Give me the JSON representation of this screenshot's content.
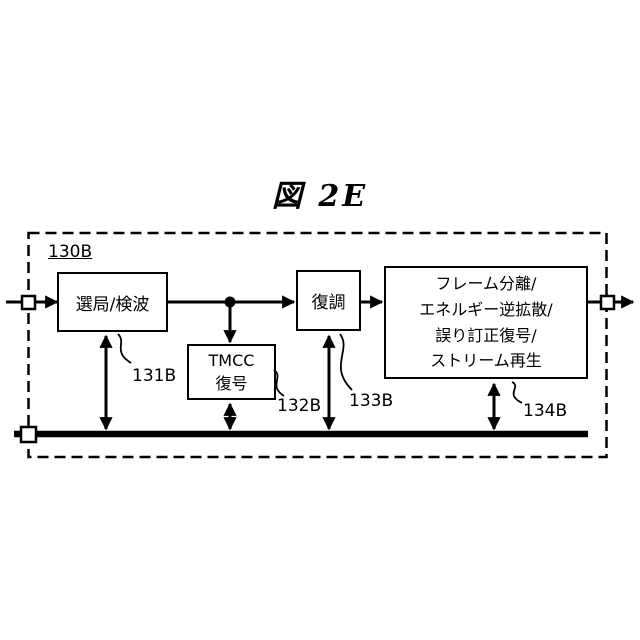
{
  "title": "図 2E",
  "diagram_label": "130B",
  "blocks": {
    "tuner": {
      "label": "選局/検波",
      "ref": "131B"
    },
    "tmcc": {
      "line1": "TMCC",
      "line2": "復号",
      "ref": "132B"
    },
    "demod": {
      "label": "復調",
      "ref": "133B"
    },
    "frame": {
      "line1": "フレーム分離/",
      "line2": "エネルギー逆拡散/",
      "line3": "誤り訂正復号/",
      "line4": "ストリーム再生",
      "ref": "134B"
    }
  },
  "colors": {
    "line": "#000000",
    "background": "#ffffff"
  }
}
